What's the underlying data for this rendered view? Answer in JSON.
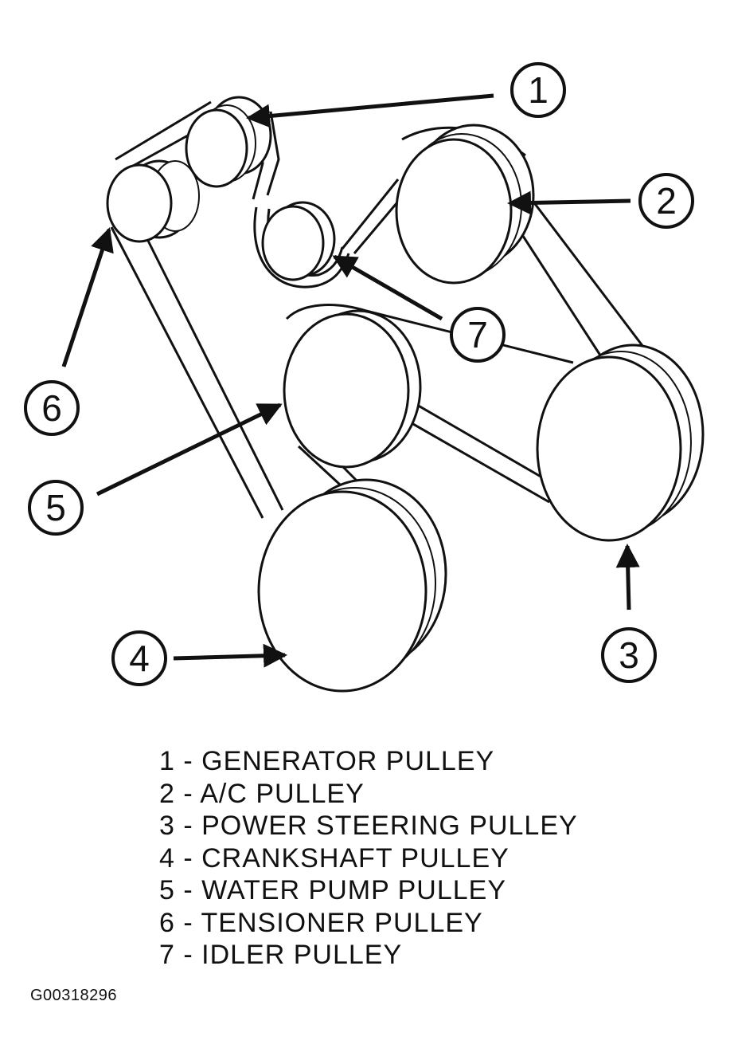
{
  "callouts": [
    {
      "number": "1",
      "part": "GENERATOR PULLEY"
    },
    {
      "number": "2",
      "part": "A/C PULLEY"
    },
    {
      "number": "3",
      "part": "POWER STEERING PULLEY"
    },
    {
      "number": "4",
      "part": "CRANKSHAFT PULLEY"
    },
    {
      "number": "5",
      "part": "WATER PUMP PULLEY"
    },
    {
      "number": "6",
      "part": "TENSIONER PULLEY"
    },
    {
      "number": "7",
      "part": "IDLER PULLEY"
    }
  ],
  "legend": [
    "1 - GENERATOR PULLEY",
    "2 - A/C PULLEY",
    "3 - POWER STEERING PULLEY",
    "4 - CRANKSHAFT PULLEY",
    "5 - WATER PUMP PULLEY",
    "6 - TENSIONER PULLEY",
    "7 - IDLER PULLEY"
  ],
  "figure_id": "G00318296",
  "colors": {
    "line": "#111111",
    "fill": "#ffffff"
  }
}
